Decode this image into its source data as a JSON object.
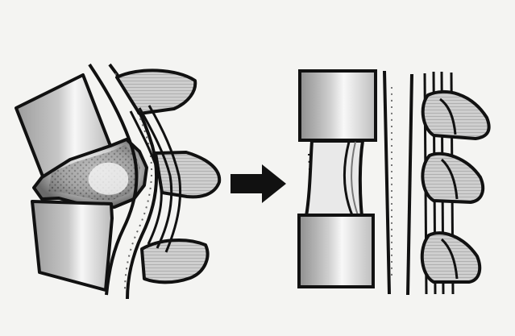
{
  "image": {
    "kind": "hand-drawn medical illustration",
    "colors": {
      "background": "#f4f4f2",
      "ink": "#111111",
      "grey_shading": "#9b9b9b",
      "dark_fill": "#555555"
    },
    "panels": {
      "before": "spine-section-with-herniation",
      "after": "spine-section-after-repair"
    },
    "transition_icon": "arrow-right-icon"
  }
}
